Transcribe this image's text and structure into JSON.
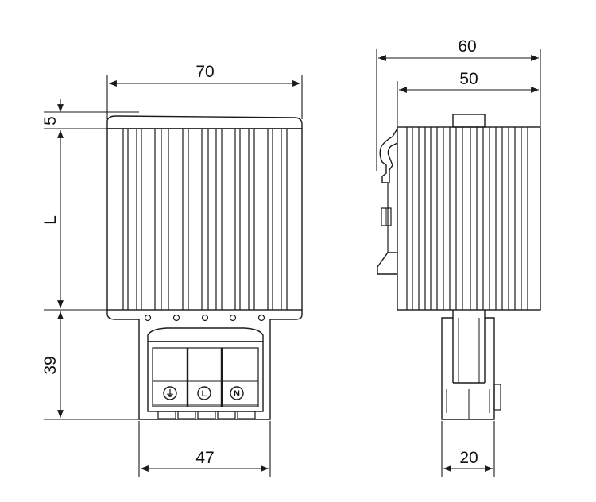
{
  "drawing": {
    "front_view": {
      "width_label": "70",
      "top_label": "5",
      "length_label": "L",
      "terminal_height_label": "39",
      "terminal_width_label": "47",
      "terminals": [
        "⏚",
        "L",
        "N"
      ]
    },
    "side_view": {
      "overall_width_label": "60",
      "body_width_label": "50",
      "connector_width_label": "20"
    },
    "colors": {
      "line": "#1a1a1a",
      "background": "#ffffff"
    }
  }
}
